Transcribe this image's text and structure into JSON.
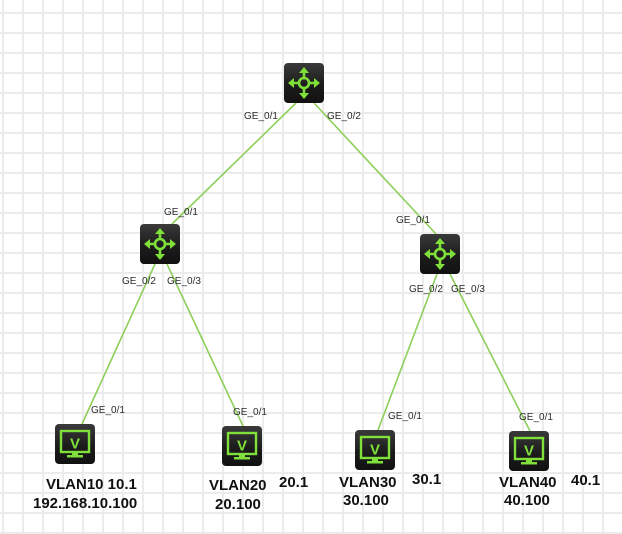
{
  "diagram": {
    "type": "network-topology",
    "link_color": "#8dcf5a",
    "icon_color": "#7fe03a",
    "nodes": {
      "core_router": {
        "kind": "router"
      },
      "left_router": {
        "kind": "router"
      },
      "right_router": {
        "kind": "router"
      },
      "pc_vlan10": {
        "kind": "pc",
        "glyph": "V",
        "label_line1": "VLAN10 10.1",
        "label_line2": "192.168.10.100"
      },
      "pc_vlan20": {
        "kind": "pc",
        "glyph": "V",
        "label_name": "VLAN20",
        "label_gateway": "20.1",
        "label_host": "20.100"
      },
      "pc_vlan30": {
        "kind": "pc",
        "glyph": "V",
        "label_name": "VLAN30",
        "label_gateway": "30.1",
        "label_host": "30.100"
      },
      "pc_vlan40": {
        "kind": "pc",
        "glyph": "V",
        "label_name": "VLAN40",
        "label_gateway": "40.1",
        "label_host": "40.100"
      }
    },
    "links": [
      {
        "from": "core_router",
        "from_port": "GE_0/1",
        "to": "left_router",
        "to_port": "GE_0/1"
      },
      {
        "from": "core_router",
        "from_port": "GE_0/2",
        "to": "right_router",
        "to_port": "GE_0/1"
      },
      {
        "from": "left_router",
        "from_port": "GE_0/2",
        "to": "pc_vlan10",
        "to_port": "GE_0/1"
      },
      {
        "from": "left_router",
        "from_port": "GE_0/3",
        "to": "pc_vlan20",
        "to_port": "GE_0/1"
      },
      {
        "from": "right_router",
        "from_port": "GE_0/2",
        "to": "pc_vlan30",
        "to_port": "GE_0/1"
      },
      {
        "from": "right_router",
        "from_port": "GE_0/3",
        "to": "pc_vlan40",
        "to_port": "GE_0/1"
      }
    ]
  }
}
